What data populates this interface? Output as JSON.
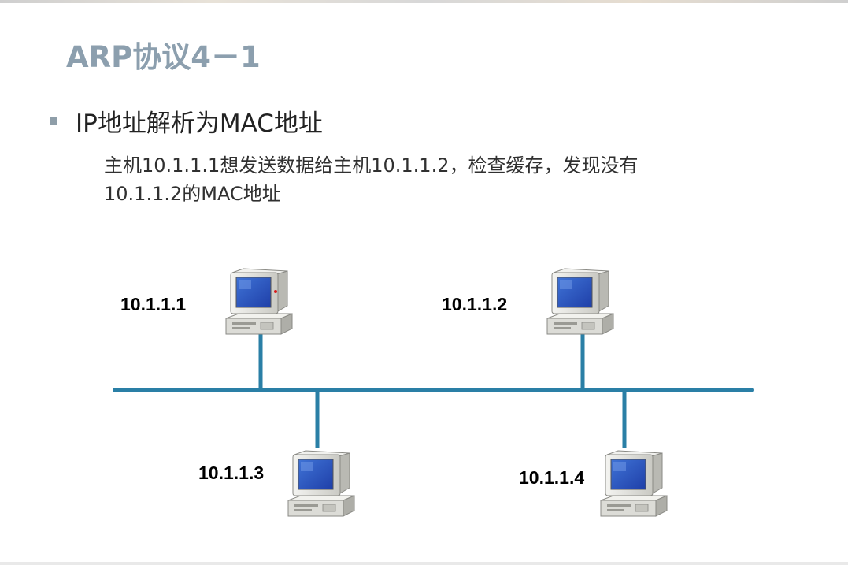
{
  "slide": {
    "title": "ARP协议4－1",
    "bullet": "IP地址解析为MAC地址",
    "sub_lines": [
      "主机10.1.1.1想发送数据给主机10.1.1.2，检查缓存，发现没有",
      "10.1.1.2的MAC地址"
    ]
  },
  "network": {
    "hosts": [
      {
        "ip": "10.1.1.1",
        "icon": "computer-icon"
      },
      {
        "ip": "10.1.1.2",
        "icon": "computer-icon"
      },
      {
        "ip": "10.1.1.3",
        "icon": "computer-icon"
      },
      {
        "ip": "10.1.1.4",
        "icon": "computer-icon"
      }
    ],
    "bus_color": "#2a7fa6"
  },
  "colors": {
    "title": "#8c9fae",
    "bullet_marker": "#8f9ea9",
    "screen": "#2e56c4",
    "case": "#e7e7e2"
  }
}
